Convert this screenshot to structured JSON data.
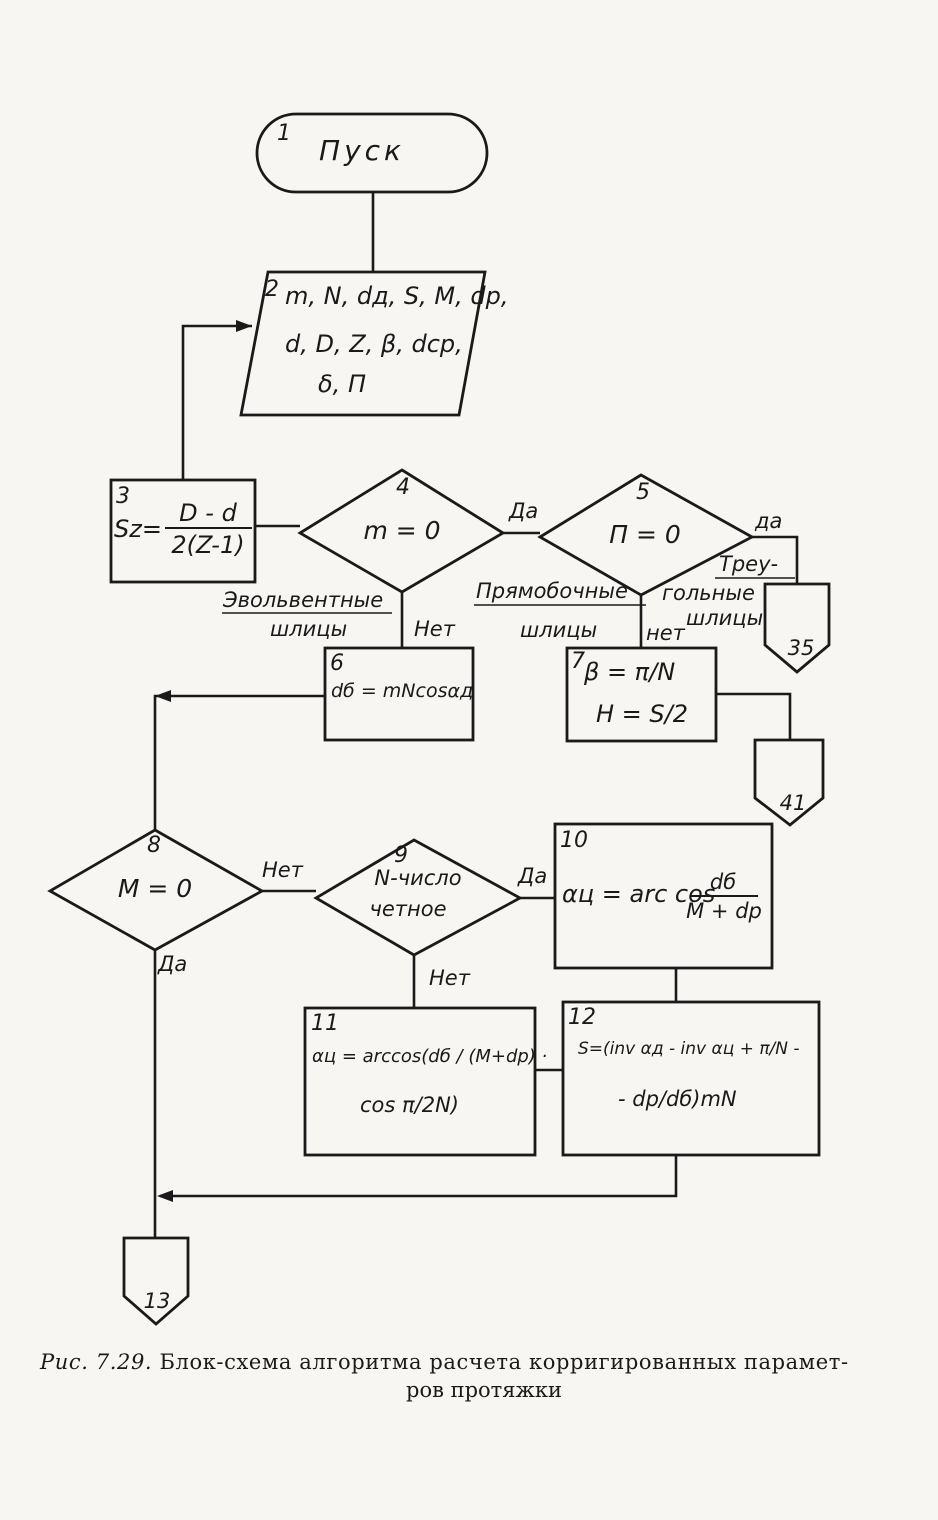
{
  "caption": {
    "fig_number": "Рис. 7.29.",
    "line1": "Блок-схема алгоритма расчета корригированных парамет-",
    "line2": "ров протяжки"
  },
  "blocks": {
    "b1": {
      "num": "1",
      "text": "Пуск"
    },
    "b2": {
      "num": "2",
      "line1": "m, N, dд, S, M, dр,",
      "line2": "d, D, Z, β, dср,",
      "line3": "δ, П"
    },
    "b3": {
      "num": "3",
      "lhs": "Sz=",
      "numerator": "D - d",
      "denominator": "2(Z-1)"
    },
    "b4": {
      "num": "4",
      "text": "m = 0"
    },
    "b5": {
      "num": "5",
      "text": "П = 0"
    },
    "b6": {
      "num": "6",
      "text": "dб = mNcosαд"
    },
    "b7": {
      "num": "7",
      "line1": "β = π/N",
      "line2": "H = S/2"
    },
    "b8": {
      "num": "8",
      "text": "M = 0"
    },
    "b9": {
      "num": "9",
      "line1": "N-число",
      "line2": "четное"
    },
    "b10": {
      "num": "10",
      "lhs": "αц = arc cos",
      "numerator": "dб",
      "denominator": "M + dр"
    },
    "b11": {
      "num": "11",
      "line1": "αц = arccos(dб / (M+dр) ·",
      "line2": "cos π/2N)"
    },
    "b12": {
      "num": "12",
      "line1": "S=(inv αд - inv αц + π/N -",
      "line2": "- dр/dб)mN"
    }
  },
  "connectors": {
    "c35": "35",
    "c41": "41",
    "c13": "13"
  },
  "labels": {
    "yes4": "Да",
    "no4": "Нет",
    "involute1": "Эвольвентные",
    "involute2": "шлицы",
    "rect1": "Прямобочные",
    "rect2": "шлицы",
    "yes5": "да",
    "no5": "нет",
    "tri1": "Треу-",
    "tri2": "гольные",
    "tri3": "шлицы",
    "no8": "Нет",
    "yes8": "Да",
    "yes9": "Да",
    "no9": "Нет"
  }
}
